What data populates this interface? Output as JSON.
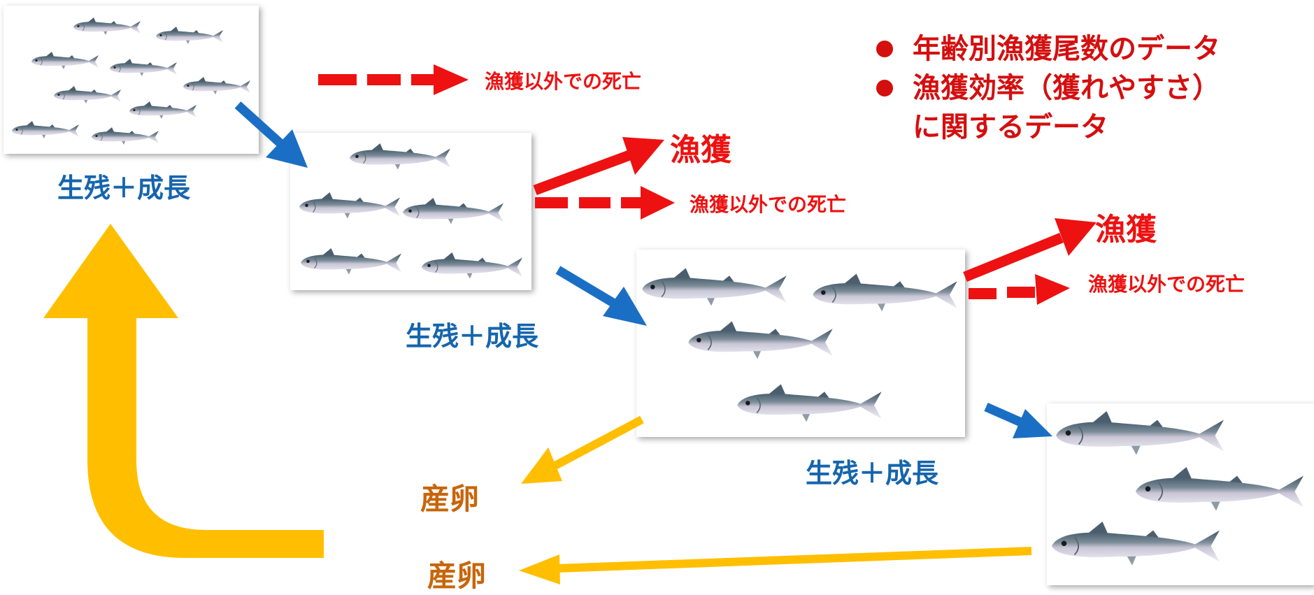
{
  "labels": {
    "survive_growth_1": "生残＋成長",
    "survive_growth_2": "生残＋成長",
    "survive_growth_3": "生残＋成長",
    "catch_1": "漁獲",
    "catch_2": "漁獲",
    "other_death_1": "漁獲以外での死亡",
    "other_death_2": "漁獲以外での死亡",
    "other_death_3": "漁獲以外での死亡",
    "spawn_1": "産卵",
    "spawn_2": "産卵"
  },
  "data_list": {
    "item1": "年齢別漁獲尾数のデータ",
    "item2_line1": "漁獲効率（獲れやすさ）",
    "item2_line2": "に関するデータ"
  },
  "colors": {
    "survival_arrow": "#1a6fc4",
    "catch_arrow": "#ee1111",
    "spawn_arrow": "#ffbf00",
    "survival_text": "#1565ad",
    "catch_text": "#ee1111",
    "spawn_text": "#c8650a"
  },
  "icons": {
    "fish": "mackerel-fish-icon"
  }
}
